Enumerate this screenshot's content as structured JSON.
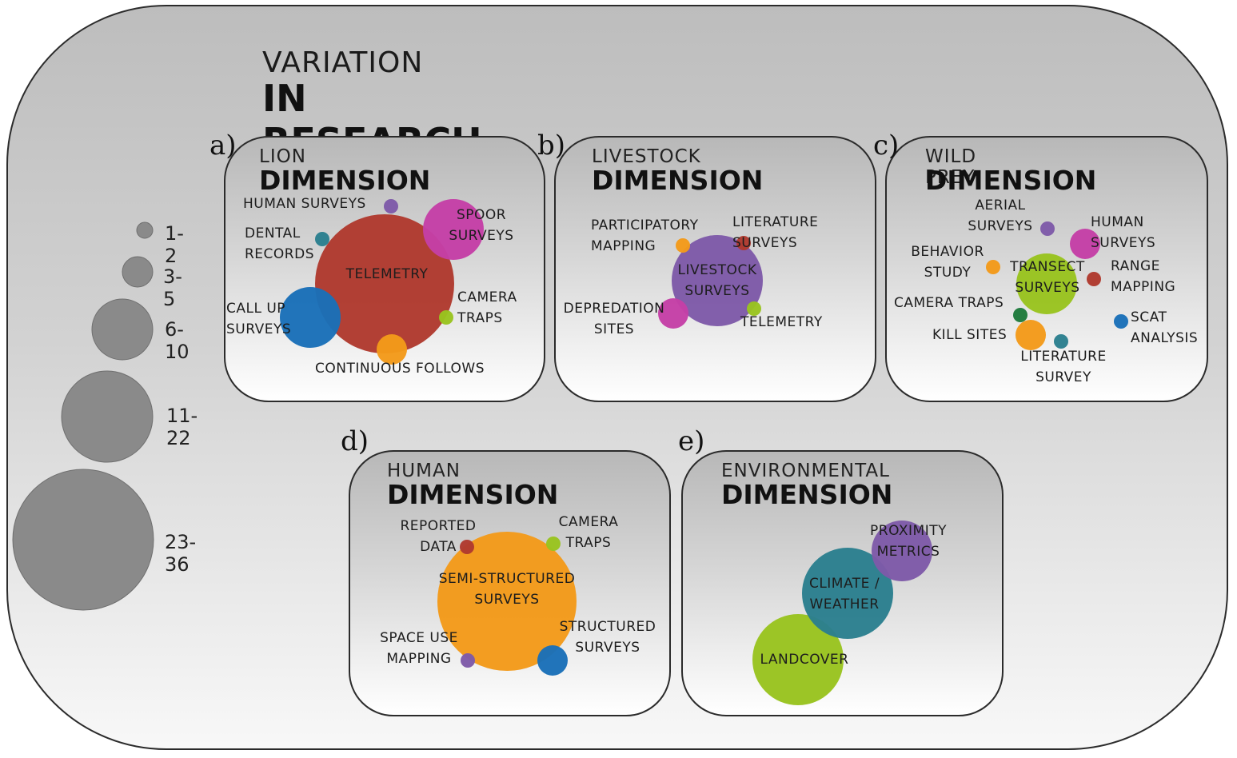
{
  "title": {
    "line1": "VARIATION",
    "line2": "IN RESEARCH TECHNIQUE"
  },
  "legend": [
    {
      "label": "1-2"
    },
    {
      "label": "3-5"
    },
    {
      "label": "6-10"
    },
    {
      "label": "11-22"
    },
    {
      "label": "23-36"
    }
  ],
  "colors": {
    "red": "#b03a2e",
    "magenta": "#c43fa6",
    "blue": "#1a6fb8",
    "orange": "#f39a1a",
    "green": "#99c31f",
    "purple": "#7e5aa8",
    "teal": "#2b7f8e",
    "darkgreen": "#1e7a3c",
    "legend": "#8a8a8a"
  },
  "panels": [
    {
      "letter": "a)",
      "sub": "LION",
      "main": "DIMENSION",
      "nodes": [
        {
          "label": "TELEMETRY",
          "color": "red",
          "size": "23-36"
        },
        {
          "label": "SPOOR\nSURVEYS",
          "color": "magenta",
          "size": "6-10"
        },
        {
          "label": "CALL UP\nSURVEYS",
          "color": "blue",
          "size": "6-10"
        },
        {
          "label": "CONTINUOUS FOLLOWS",
          "color": "orange",
          "size": "3-5"
        },
        {
          "label": "HUMAN SURVEYS",
          "color": "purple",
          "size": "1-2"
        },
        {
          "label": "DENTAL\nRECORDS",
          "color": "teal",
          "size": "1-2"
        },
        {
          "label": "CAMERA\nTRAPS",
          "color": "green",
          "size": "1-2"
        }
      ]
    },
    {
      "letter": "b)",
      "sub": "LIVESTOCK",
      "main": "DIMENSION",
      "nodes": [
        {
          "label": "LIVESTOCK\nSURVEYS",
          "color": "purple",
          "size": "11-22"
        },
        {
          "label": "DEPREDATION\nSITES",
          "color": "magenta",
          "size": "3-5"
        },
        {
          "label": "PARTICIPATORY\nMAPPING",
          "color": "orange",
          "size": "1-2"
        },
        {
          "label": "LITERATURE\nSURVEYS",
          "color": "red",
          "size": "1-2"
        },
        {
          "label": "TELEMETRY",
          "color": "green",
          "size": "1-2"
        }
      ]
    },
    {
      "letter": "c)",
      "sub": "WILD PREY",
      "main": "DIMENSION",
      "nodes": [
        {
          "label": "TRANSECT\nSURVEYS",
          "color": "green",
          "size": "6-10"
        },
        {
          "label": "HUMAN\nSURVEYS",
          "color": "magenta",
          "size": "3-5"
        },
        {
          "label": "KILL SITES",
          "color": "orange",
          "size": "3-5"
        },
        {
          "label": "AERIAL\nSURVEYS",
          "color": "purple",
          "size": "1-2"
        },
        {
          "label": "BEHAVIOR\nSTUDY",
          "color": "orange",
          "size": "1-2"
        },
        {
          "label": "RANGE\nMAPPING",
          "color": "red",
          "size": "1-2"
        },
        {
          "label": "CAMERA TRAPS",
          "color": "darkgreen",
          "size": "1-2"
        },
        {
          "label": "SCAT\nANALYSIS",
          "color": "blue",
          "size": "1-2"
        },
        {
          "label": "LITERATURE\nSURVEY",
          "color": "teal",
          "size": "1-2"
        }
      ]
    },
    {
      "letter": "d)",
      "sub": "HUMAN",
      "main": "DIMENSION",
      "nodes": [
        {
          "label": "SEMI-STRUCTURED\nSURVEYS",
          "color": "orange",
          "size": "23-36"
        },
        {
          "label": "STRUCTURED\nSURVEYS",
          "color": "blue",
          "size": "3-5"
        },
        {
          "label": "REPORTED\nDATA",
          "color": "red",
          "size": "1-2"
        },
        {
          "label": "CAMERA\nTRAPS",
          "color": "green",
          "size": "1-2"
        },
        {
          "label": "SPACE USE\nMAPPING",
          "color": "purple",
          "size": "1-2"
        }
      ]
    },
    {
      "letter": "e)",
      "sub": "ENVIRONMENTAL",
      "main": "DIMENSION",
      "nodes": [
        {
          "label": "LANDCOVER",
          "color": "green",
          "size": "11-22"
        },
        {
          "label": "CLIMATE /\nWEATHER",
          "color": "teal",
          "size": "11-22"
        },
        {
          "label": "PROXIMITY\nMETRICS",
          "color": "purple",
          "size": "6-10"
        }
      ]
    }
  ]
}
